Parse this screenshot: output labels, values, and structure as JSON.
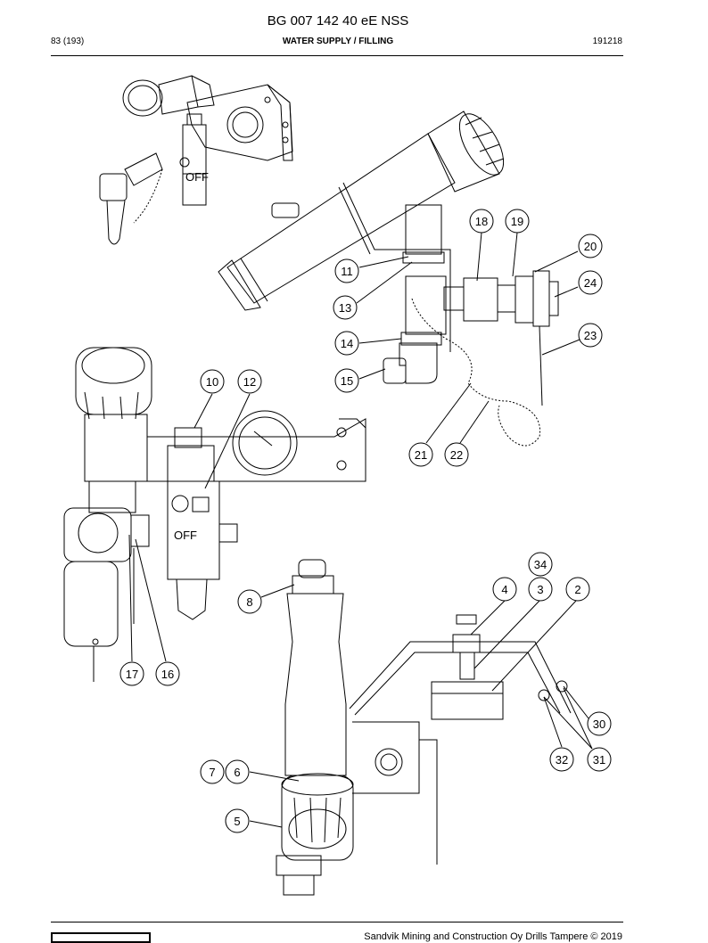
{
  "header": {
    "title": "BG 007 142 40 eE NSS",
    "page": "83 (193)",
    "section": "WATER SUPPLY / FILLING",
    "date_code": "191218"
  },
  "footer": {
    "copyright": "Sandvik Mining and Construction Oy Drills Tampere © 2019"
  },
  "drawing": {
    "panel_text": "OFF",
    "callouts": [
      "18",
      "19",
      "20",
      "11",
      "24",
      "13",
      "23",
      "14",
      "15",
      "10",
      "12",
      "21",
      "22",
      "34",
      "4",
      "3",
      "2",
      "8",
      "17",
      "16",
      "30",
      "7",
      "6",
      "32",
      "31",
      "5"
    ]
  }
}
